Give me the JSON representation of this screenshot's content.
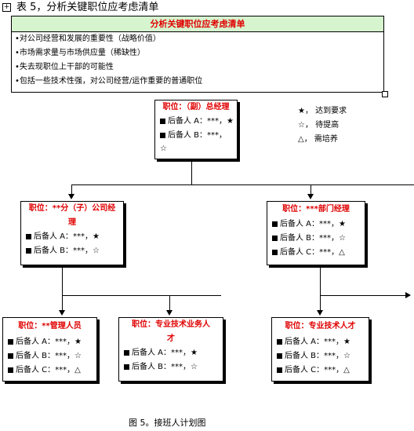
{
  "title": "表 5，分析关键职位应考虑清单",
  "checklist": {
    "header": "分析关键职位应考虑清单",
    "items": [
      "•对公司经营和发展的重要性（战略价值）",
      "•市场需求量与市场供应量（稀缺性）",
      "•失去现职位上干部的可能性",
      "•包括一些技术性强，对公司经营/运作重要的普通职位"
    ]
  },
  "legend": [
    {
      "symbol": "★",
      "text": "达到要求"
    },
    {
      "symbol": "☆",
      "text": "待提高"
    },
    {
      "symbol": "△",
      "text": "需培养"
    }
  ],
  "nodes": {
    "gm": {
      "title": "职位：（副）总经理",
      "lines": [
        "后备人 A：***，★",
        "后备人 B：***，"
      ],
      "extra": "☆"
    },
    "subsidiary": {
      "title_line1": "职位：**分（子）公司经",
      "title_line2": "理",
      "lines": [
        "后备人 A：***，★",
        "后备人 B：***，☆"
      ]
    },
    "dept": {
      "title": "职位：***部门经理",
      "lines": [
        "后备人 A：***，★",
        "后备人 B：***，☆",
        "后备人 C：***，△"
      ]
    },
    "management": {
      "title": "职位：**管理人员",
      "lines": [
        "后备人 A：***，★",
        "后备人 B：***，☆",
        "后备人 C：***，△"
      ]
    },
    "professional": {
      "title_line1": "职位：专业技术业务人",
      "title_line2": "才",
      "lines": [
        "后备人 A：***，★",
        "后备人 B：***，☆"
      ]
    },
    "technical": {
      "title": "职位：专业技术人才",
      "lines": [
        "后备人 A：***，★",
        "后备人 B：***，☆",
        "后备人 C：***，△"
      ]
    }
  },
  "caption": "图 5。接班人计划图"
}
